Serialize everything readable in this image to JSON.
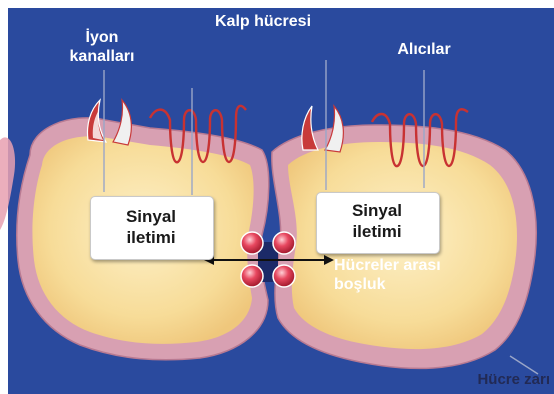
{
  "labels": {
    "title": "Kalp hücresi",
    "ion_channels_line1": "İyon",
    "ion_channels_line2": "kanalları",
    "receptors": "Alıcılar",
    "intercellular_line1": "Hücreler arası",
    "intercellular_line2": "boşluk",
    "membrane": "Hücre zarı"
  },
  "cells": [
    {
      "signal_line1": "Sinyal",
      "signal_line2": "iletimi"
    },
    {
      "signal_line1": "Sinyal",
      "signal_line2": "iletimi"
    }
  ],
  "colors": {
    "background": "#2a4a9e",
    "membrane": "#d8a0b2",
    "cytoplasm": "#f9e3a8",
    "channel_red": "#c83a3a",
    "receptor_coil": "#c83232",
    "junction": "#c8283c"
  }
}
